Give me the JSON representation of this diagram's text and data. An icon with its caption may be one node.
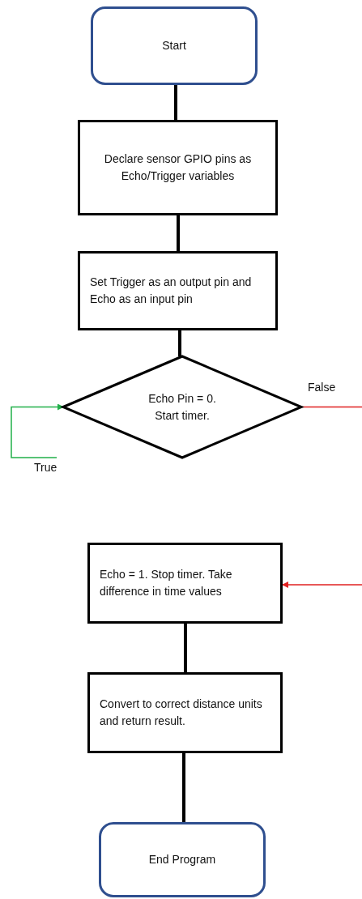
{
  "diagram": {
    "nodes": [
      {
        "text": [
          "Start"
        ]
      },
      {
        "text": [
          "Declare sensor GPIO pins as Echo/Trigger variables"
        ]
      },
      {
        "text": [
          "Set Trigger as an output pin and Echo as an input pin"
        ]
      },
      {
        "text": [
          "Echo Pin = 0. Start timer."
        ]
      },
      {
        "text": [
          "Echo = 1. Stop timer. Take difference in time values"
        ]
      },
      {
        "text": [
          "Convert to correct distance units and return result."
        ]
      },
      {
        "text": [
          "End Program"
        ]
      }
    ],
    "edges": [
      {
        "from": 0,
        "to": 1,
        "arrow": "none"
      },
      {
        "from": 1,
        "to": 2,
        "arrow": "none"
      },
      {
        "from": 2,
        "to": 3,
        "arrow": "none"
      },
      {
        "from": 3,
        "to": null,
        "arrow": "none",
        "label": "False",
        "color": "#e02020"
      },
      {
        "from": null,
        "to": 4,
        "arrow": "to",
        "color": "#e02020"
      },
      {
        "from": null,
        "to": 3,
        "arrow": "to",
        "label": "True",
        "color": "#22b04a"
      },
      {
        "from": 4,
        "to": 5,
        "arrow": "none"
      },
      {
        "from": 5,
        "to": 6,
        "arrow": "none"
      }
    ]
  }
}
